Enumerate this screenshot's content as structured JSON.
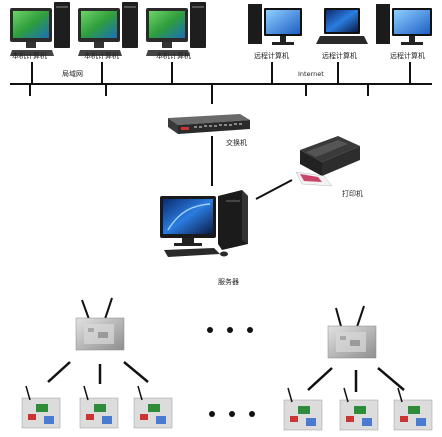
{
  "labels": {
    "local_pc": "本机计算机",
    "lan": "局域网",
    "remote_pc": "远程计算机",
    "internet": "Internet",
    "switch": "交换机",
    "printer": "打印机",
    "server": "服务器"
  },
  "groups": {
    "local_pcs": {
      "label": "本机计算机",
      "count": 3
    },
    "remote_pcs": {
      "label": "远程计算机",
      "count": 3
    },
    "gateways": {
      "count": 2,
      "ellipsis": "• • •"
    },
    "sensor_nodes": {
      "per_gateway": 3,
      "ellipsis": "• • •"
    }
  },
  "colors": {
    "line": "#111111",
    "screen_blue": "#2a7de1",
    "screen_green": "#4fbf4a",
    "device_dark": "#1b1b1b",
    "board_green": "#2e8b3a",
    "gateway_gray": "#b9b9b9"
  }
}
